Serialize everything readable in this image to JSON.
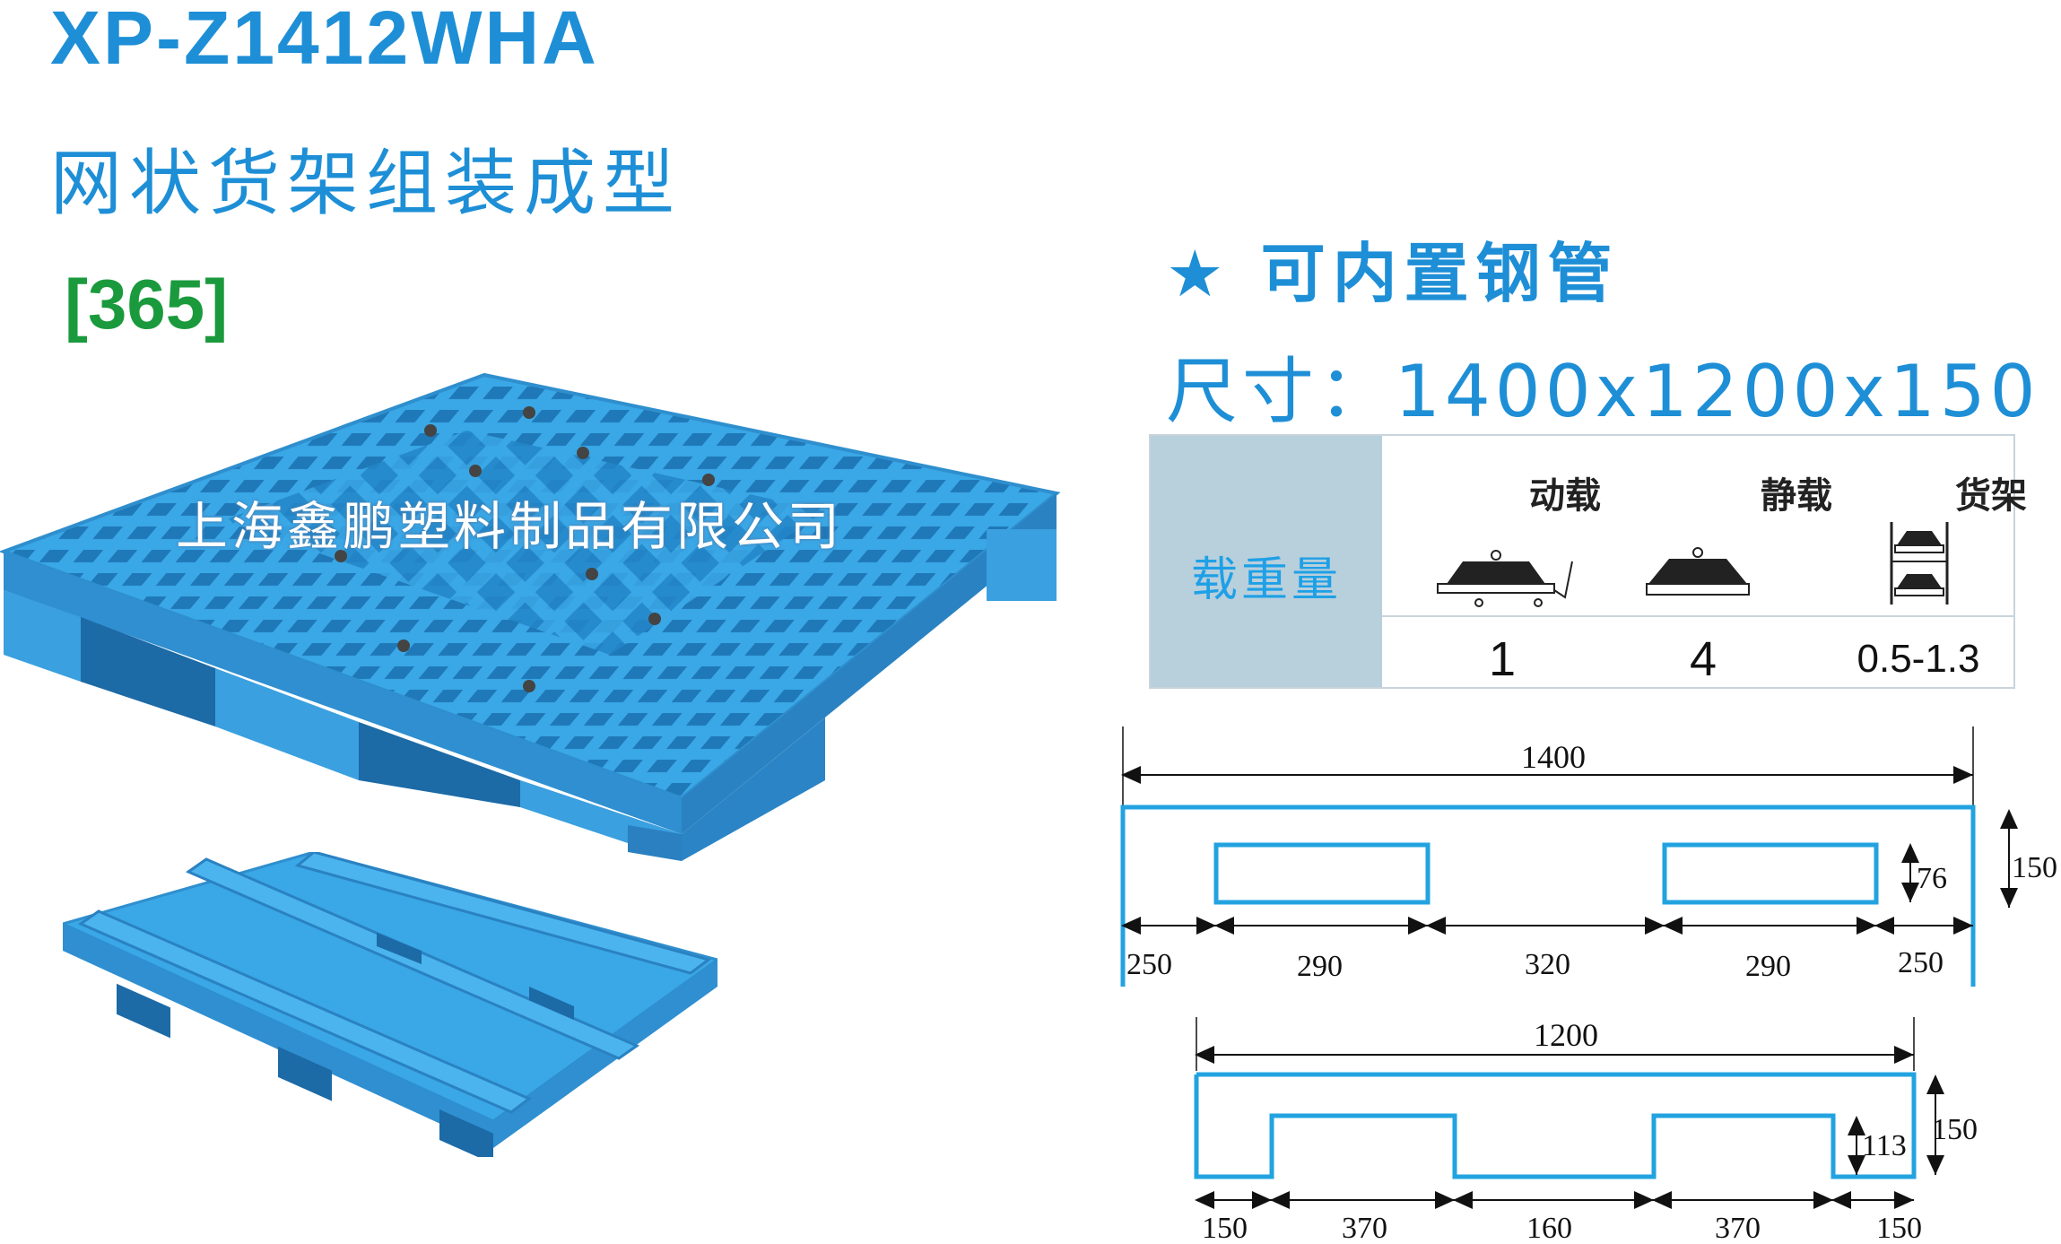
{
  "header": {
    "model": "XP-Z1412WHA",
    "subtitle": "网状货架组装成型",
    "code": "[365]"
  },
  "colors": {
    "brand_blue": "#1e8fd6",
    "code_green": "#1a9a3c",
    "pallet_blue": "#3aa7e6",
    "drawing_blue": "#22a3e0"
  },
  "feature": {
    "star": "★",
    "text": "可内置钢管"
  },
  "size_text": "尺寸：1400x1200x150",
  "watermark": "上海鑫鹏塑料制品有限公司",
  "load_table": {
    "label": "载重量",
    "columns": [
      {
        "head": "动载",
        "icon": "dynamic-load-icon",
        "value": "1"
      },
      {
        "head": "静载",
        "icon": "static-load-icon",
        "value": "4"
      },
      {
        "head": "货架",
        "icon": "rack-load-icon",
        "value": "0.5-1.3"
      }
    ]
  },
  "drawing_length": {
    "overall": "1400",
    "height": "150",
    "opening_height": "76",
    "segments": [
      "250",
      "290",
      "320",
      "290",
      "250"
    ]
  },
  "drawing_width": {
    "overall": "1200",
    "height": "150",
    "opening_height": "113",
    "segments": [
      "150",
      "370",
      "160",
      "370",
      "150"
    ]
  }
}
